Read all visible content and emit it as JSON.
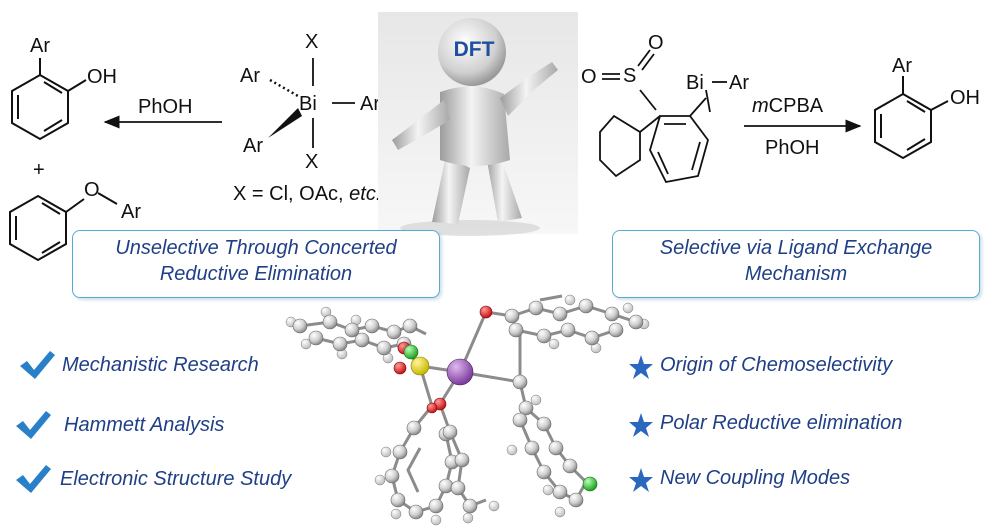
{
  "left_scheme": {
    "product_substituent": "Ar",
    "product_oh": "OH",
    "reagent": "PhOH",
    "plus": "+",
    "ether_o": "O",
    "ether_ar": "Ar",
    "bi_center": "Bi",
    "ligand_x": "X",
    "ligand_ar": "Ar",
    "x_definition_prefix": "X = Cl, OAc, ",
    "x_definition_etc": "etc."
  },
  "center": {
    "dft_label": "DFT"
  },
  "right_scheme": {
    "sulfone_o": "O",
    "sulfone_s": "S",
    "bi_center": "Bi",
    "bi_ar": "Ar",
    "reagent_top_italic": "m",
    "reagent_top_rest": "CPBA",
    "reagent_bottom": "PhOH",
    "product_substituent": "Ar",
    "product_oh": "OH"
  },
  "left_box": {
    "line1": "Unselective Through Concerted",
    "line2": "Reductive Elimination"
  },
  "right_box": {
    "line1": "Selective via Ligand Exchange",
    "line2": "Mechanism"
  },
  "left_features": {
    "icon": "checkmark-icon",
    "items": [
      "Mechanistic Research",
      "Hammett Analysis",
      "Electronic Structure Study"
    ]
  },
  "right_features": {
    "icon": "star-icon",
    "items": [
      "Origin of Chemoselectivity",
      "Polar Reductive elimination",
      "New Coupling Modes"
    ]
  },
  "colors": {
    "accent_blue": "#1f3f86",
    "box_border": "#5aa8d6",
    "bismuth_atom": "#9b59b6",
    "sulfur_atom": "#e8d820",
    "oxygen_atom": "#e02020",
    "chlorine_atom": "#33cc33",
    "carbon_atom": "#d4d4d4"
  }
}
